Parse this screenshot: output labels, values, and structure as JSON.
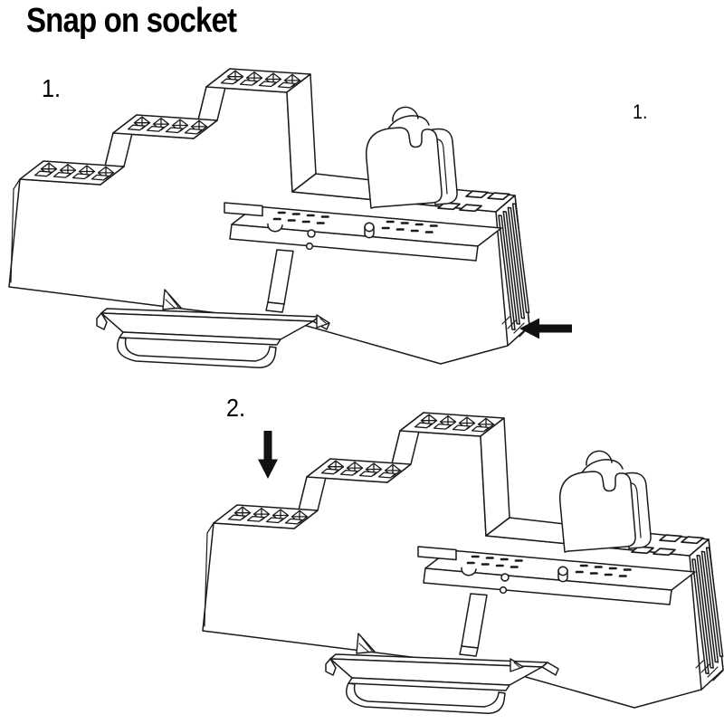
{
  "title": "Snap on socket",
  "colors": {
    "background": "#ffffff",
    "line": "#1a1a1a",
    "arrow": "#111111",
    "text": "#000000"
  },
  "figure1": {
    "step_label": "1.",
    "corner_label": "1.",
    "arrow_icon": "arrow-left-icon"
  },
  "figure2": {
    "step_label": "2.",
    "arrow_icon": "arrow-down-icon"
  }
}
